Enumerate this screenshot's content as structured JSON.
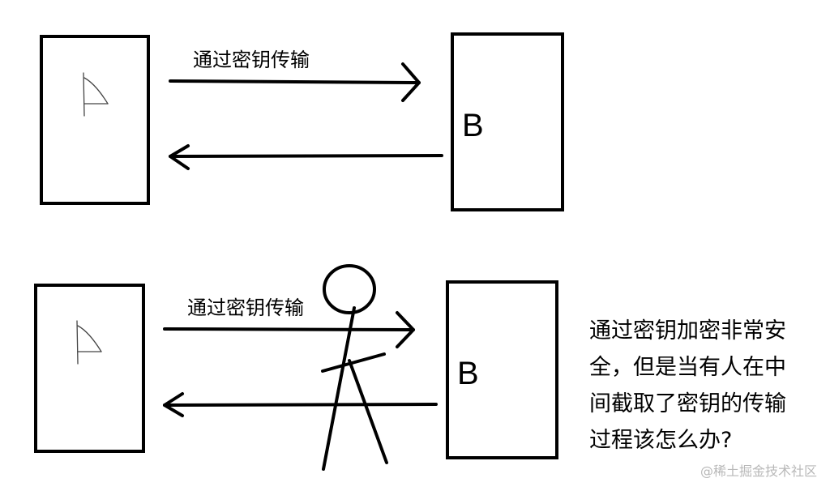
{
  "top": {
    "node_a": "A",
    "node_b": "B",
    "arrow_label": "通过密钥传输"
  },
  "bottom": {
    "node_a": "A",
    "node_b": "B",
    "arrow_label": "通过密钥传输"
  },
  "note": "通过密钥加密非常安全，但是当有人在中间截取了密钥的传输过程该怎么办?",
  "watermark": "@稀土掘金技术社区"
}
